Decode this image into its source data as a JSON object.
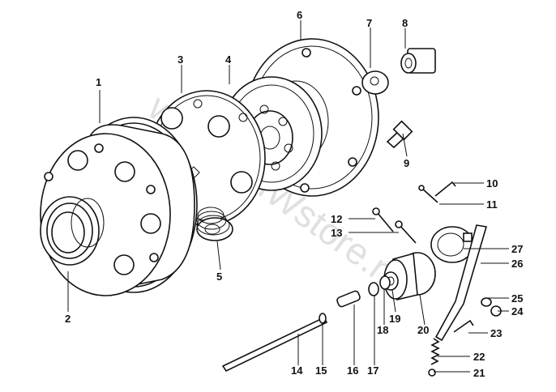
{
  "diagram": {
    "watermark": "www.BMWstore.ru",
    "callouts": [
      "1",
      "2",
      "3",
      "4",
      "5",
      "6",
      "7",
      "8",
      "9",
      "10",
      "11",
      "12",
      "13",
      "14",
      "15",
      "16",
      "17",
      "18",
      "19",
      "20",
      "21",
      "22",
      "23",
      "24",
      "25",
      "26",
      "27"
    ]
  }
}
